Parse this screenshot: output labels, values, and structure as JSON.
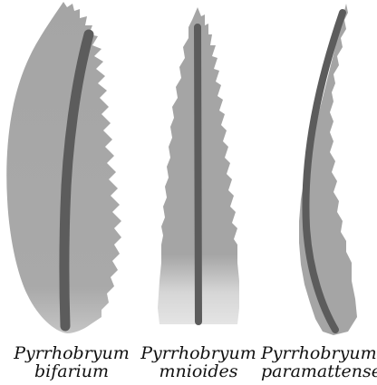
{
  "figure": {
    "leaves": [
      {
        "genus": "Pyrrhobryum",
        "species": "bifarium",
        "icon": "leaf-illustration"
      },
      {
        "genus": "Pyrrhobryum",
        "species": "mnioides",
        "icon": "leaf-illustration"
      },
      {
        "genus": "Pyrrhobryum",
        "species": "paramattense",
        "icon": "leaf-illustration"
      }
    ],
    "colors": {
      "blade": "#a5a5a5",
      "blade_light": "#cfcfcf",
      "costa": "#5c5c5c",
      "text": "#111111"
    }
  }
}
